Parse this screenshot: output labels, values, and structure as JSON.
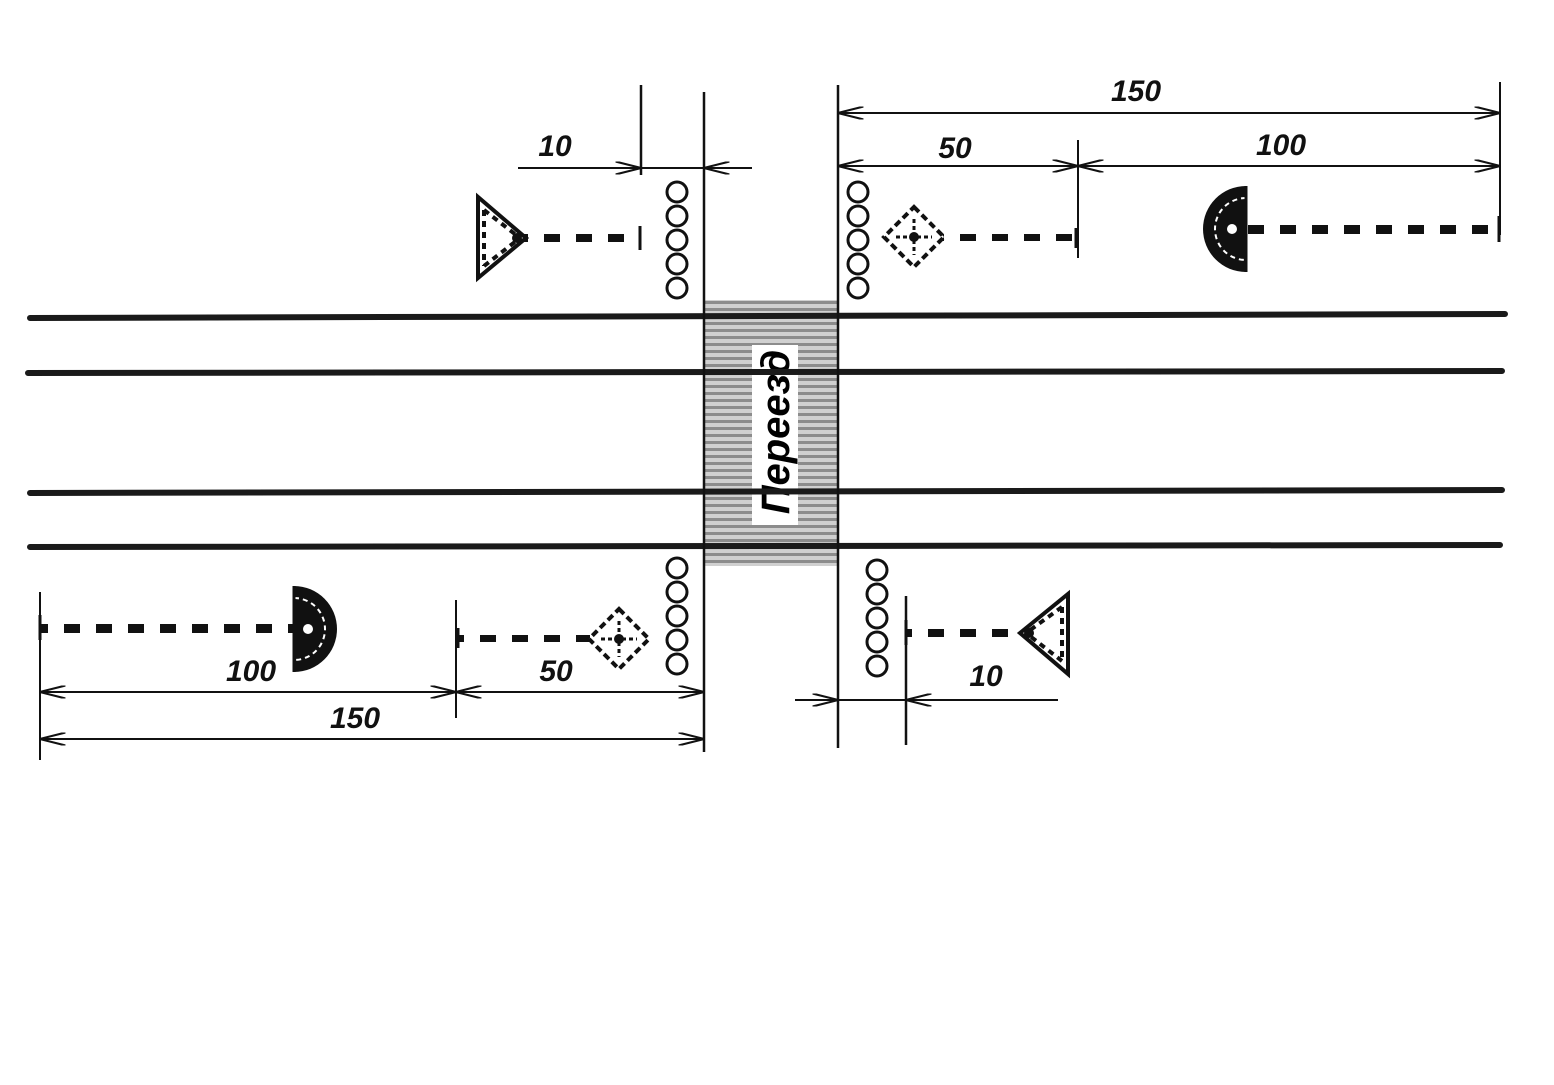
{
  "crossing": {
    "label": "Переезд"
  },
  "dimensions": {
    "top_left": {
      "d10": "10"
    },
    "top_right": {
      "d150": "150",
      "d50": "50",
      "d100": "100"
    },
    "bottom_left": {
      "d100": "100",
      "d50": "50",
      "d150": "150"
    },
    "bottom_right": {
      "d10": "10"
    }
  },
  "signs": {
    "top_left": "triangle-warning-sign-icon",
    "top_right_near": "diamond-sign-icon",
    "top_right_far": "half-disc-signal-icon",
    "bottom_left_far": "half-disc-signal-icon",
    "bottom_left_near": "diamond-sign-icon",
    "bottom_right": "triangle-warning-sign-icon"
  },
  "tracks": {
    "count": 2
  },
  "colors": {
    "line": "#111111",
    "deck": "#9a9a9a",
    "background": "#ffffff"
  }
}
